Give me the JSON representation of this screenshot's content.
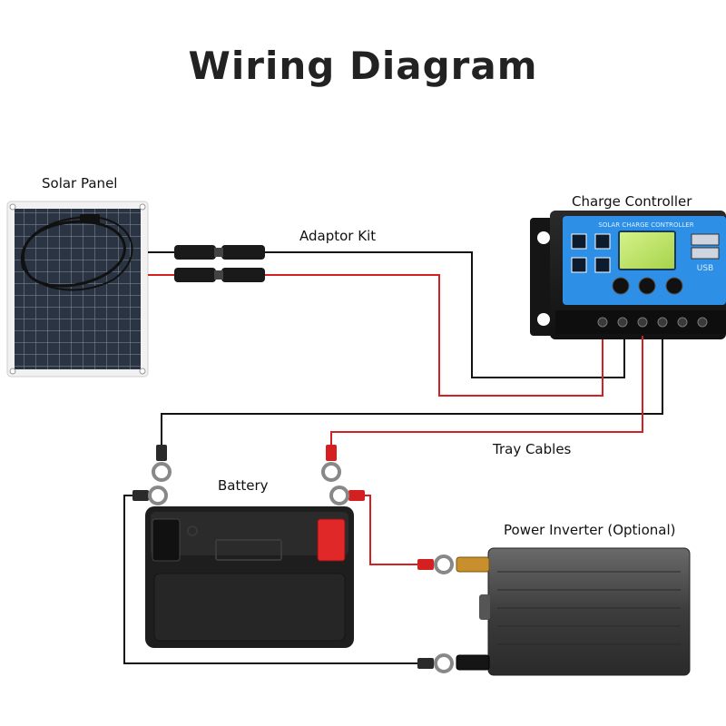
{
  "title": "Wiring Diagram",
  "labels": {
    "solar_panel": "Solar Panel",
    "adaptor_kit": "Adaptor Kit",
    "charge_controller": "Charge Controller",
    "tray_cables": "Tray Cables",
    "battery": "Battery",
    "power_inverter": "Power Inverter (Optional)"
  },
  "controller": {
    "faceplate_text": "SOLAR CHARGE CONTROLLER",
    "usb_label": "USB"
  },
  "colors": {
    "positive_wire": "#d42020",
    "negative_wire": "#111111",
    "controller_accent": "#2e8fe6"
  }
}
